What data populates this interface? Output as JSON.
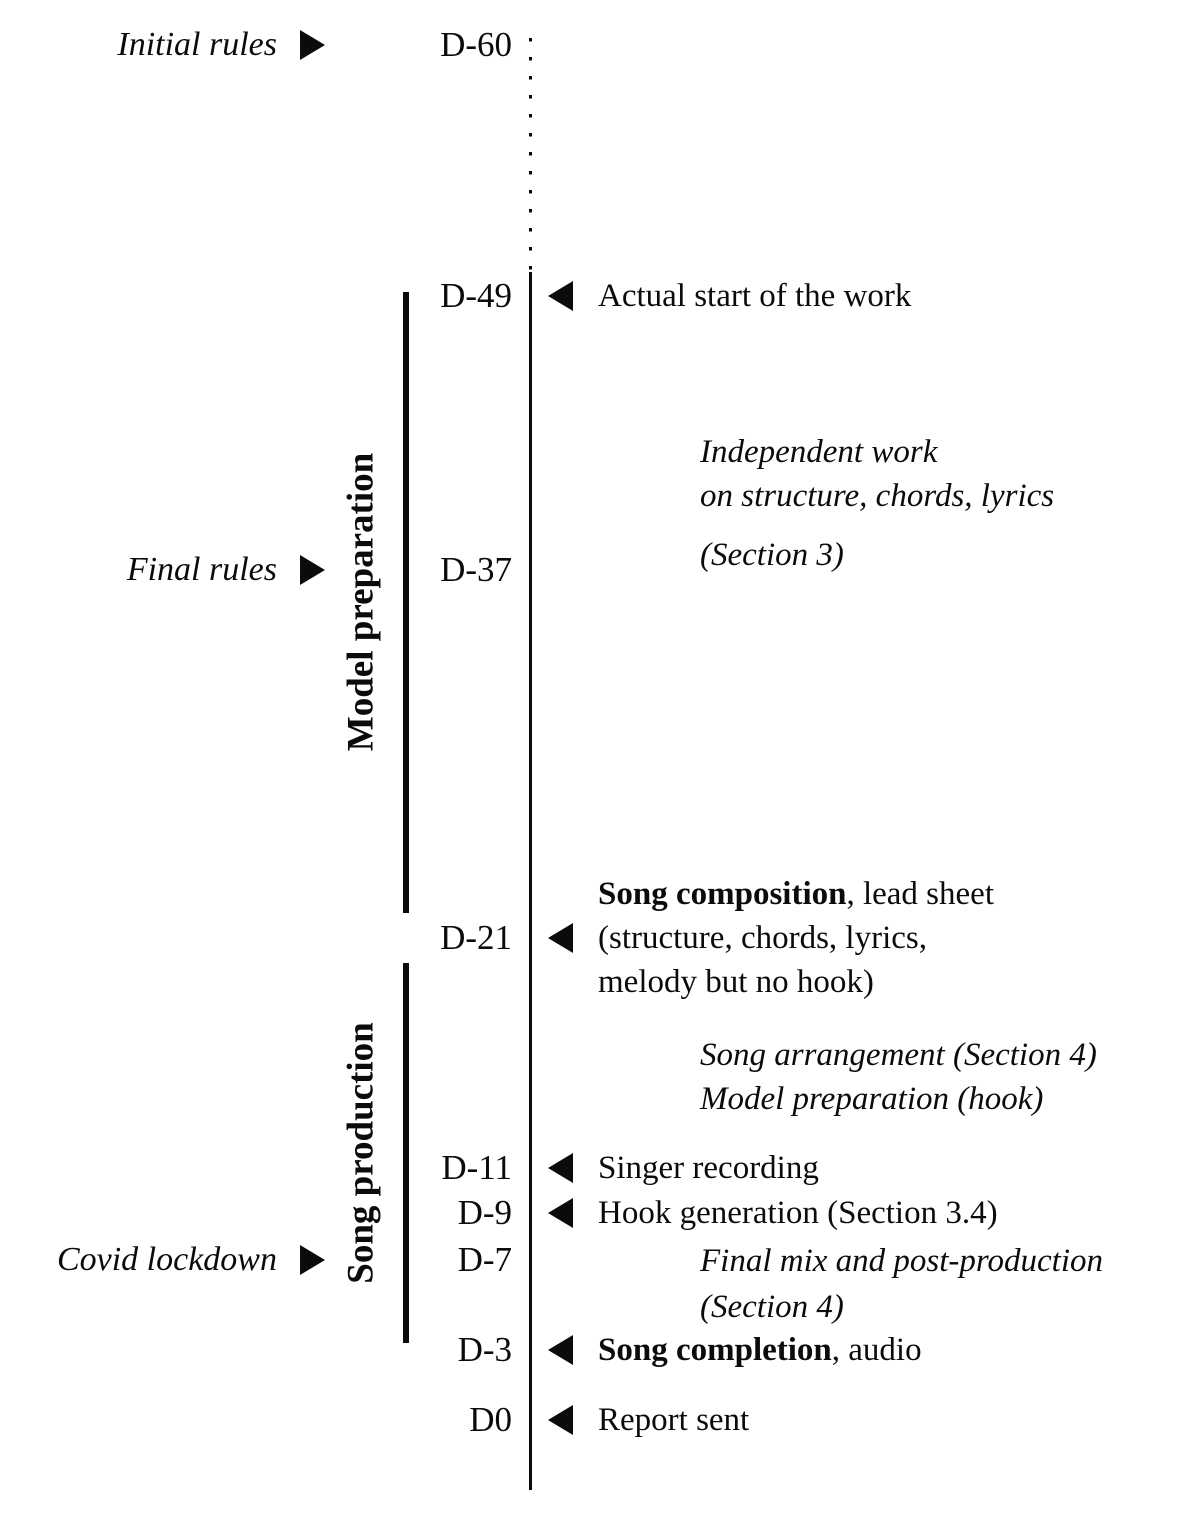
{
  "colors": {
    "ink": "#0b0b0b",
    "background": "#ffffff"
  },
  "left_milestones": [
    {
      "label": "Initial rules"
    },
    {
      "label": "Final rules"
    },
    {
      "label": "Covid lockdown"
    }
  ],
  "phases": [
    {
      "label": "Model preparation"
    },
    {
      "label": "Song production"
    }
  ],
  "day_ticks": [
    {
      "label": "D-60"
    },
    {
      "label": "D-49"
    },
    {
      "label": "D-37"
    },
    {
      "label": "D-21"
    },
    {
      "label": "D-11"
    },
    {
      "label": "D-9"
    },
    {
      "label": "D-7"
    },
    {
      "label": "D-3"
    },
    {
      "label": "D0"
    }
  ],
  "events": {
    "actual_start": "Actual start of the work",
    "song_composition": {
      "bold": "Song composition",
      "rest": ", lead sheet",
      "line2": "(structure, chords, lyrics,",
      "line3": "melody but no hook)"
    },
    "singer_recording": "Singer recording",
    "hook_generation": "Hook generation (Section 3.4)",
    "song_completion": {
      "bold": "Song completion",
      "rest": ", audio"
    },
    "report_sent": "Report sent"
  },
  "notes": {
    "independent_work": {
      "line1": "Independent work",
      "line2": "on structure, chords, lyrics",
      "section": "(Section 3)"
    },
    "arrangement": {
      "line1": "Song arrangement (Section 4)",
      "line2": "Model preparation (hook)"
    },
    "final_mix": {
      "line1": "Final mix and post-production",
      "line2": "(Section 4)"
    }
  }
}
